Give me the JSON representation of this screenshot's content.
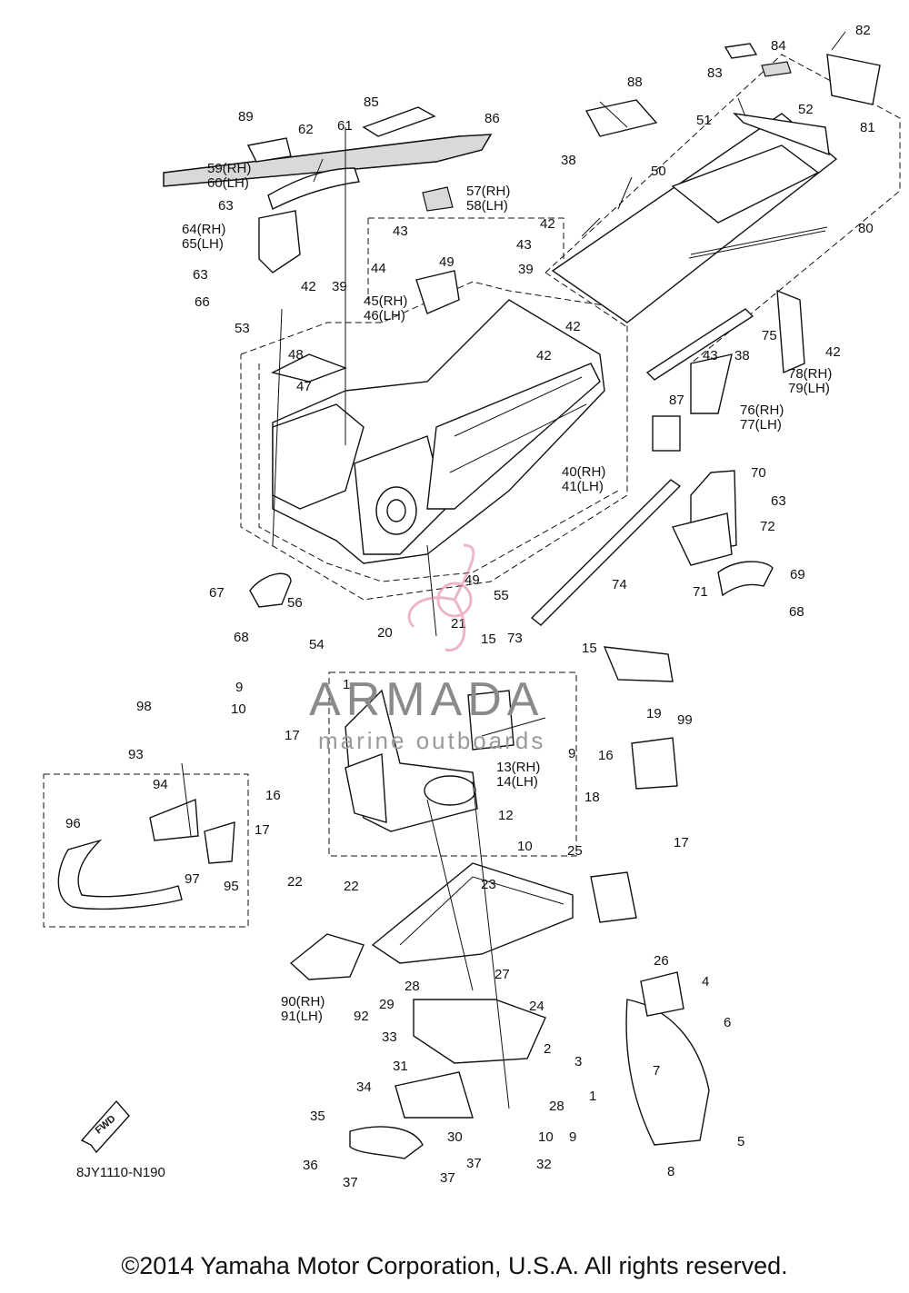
{
  "diagram": {
    "catalog_code": "8JY1110-N190",
    "copyright": "©2014 Yamaha Motor Corporation, U.S.A. All rights reserved.",
    "fwd_label": "FWD"
  },
  "watermark": {
    "name": "ARMADA",
    "subtitle": "marine outboards"
  },
  "callouts": [
    "82",
    "84",
    "83",
    "88",
    "81",
    "51",
    "52",
    "85",
    "86",
    "89",
    "62",
    "61",
    "59(RH)",
    "60(LH)",
    "57(RH)",
    "58(LH)",
    "38",
    "50",
    "63",
    "64(RH)",
    "65(LH)",
    "42",
    "80",
    "43",
    "43",
    "44",
    "49",
    "39",
    "63",
    "66",
    "42",
    "39",
    "45(RH)",
    "46(LH)",
    "53",
    "48",
    "42",
    "42",
    "75",
    "42",
    "43",
    "38",
    "47",
    "78(RH)",
    "79(LH)",
    "87",
    "76(RH)",
    "77(LH)",
    "40(RH)",
    "41(LH)",
    "70",
    "63",
    "72",
    "74",
    "49",
    "69",
    "67",
    "56",
    "55",
    "71",
    "68",
    "68",
    "54",
    "21",
    "73",
    "20",
    "15",
    "15",
    "9",
    "10",
    "1",
    "98",
    "19",
    "99",
    "17",
    "13(RH)",
    "14(LH)",
    "16",
    "9",
    "16",
    "93",
    "18",
    "94",
    "12",
    "96",
    "17",
    "10",
    "97",
    "95",
    "17",
    "22",
    "22",
    "25",
    "23",
    "26",
    "28",
    "27",
    "4",
    "90(RH)",
    "91(LH)",
    "92",
    "24",
    "29",
    "6",
    "2",
    "3",
    "33",
    "7",
    "31",
    "1",
    "34",
    "28",
    "5",
    "35",
    "30",
    "10",
    "9",
    "36",
    "37",
    "37",
    "32",
    "8",
    "37"
  ]
}
